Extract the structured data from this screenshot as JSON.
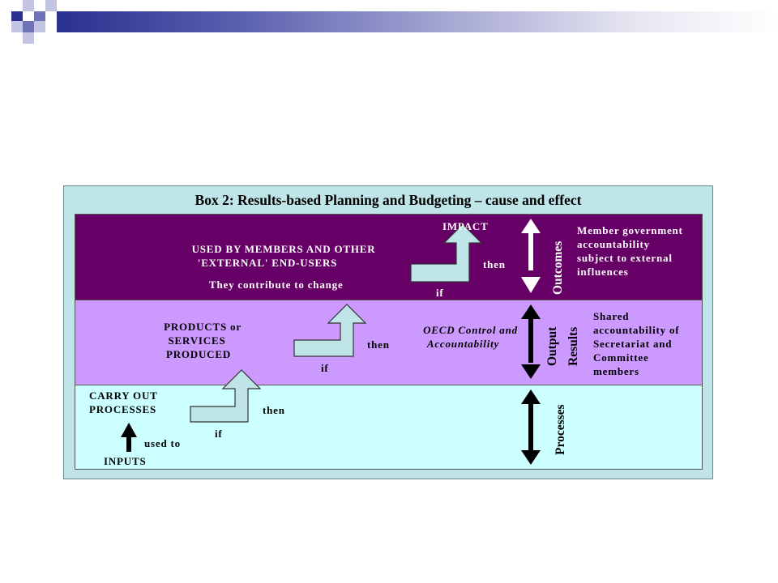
{
  "colors": {
    "header_dark": "#2b2f8f",
    "header_mid": "#6f73b8",
    "header_light": "#c3c5e2",
    "box_bg": "#bfe5e8",
    "outcomes_band": "#660066",
    "outputs_band": "#cc99ff",
    "processes_band": "#ccffff",
    "step_arrow": "#bfe5e8"
  },
  "box": {
    "title": "Box 2: Results-based Planning and Budgeting – cause and effect"
  },
  "outcomes": {
    "main_line1": "USED BY MEMBERS AND OTHER",
    "main_line2": "'EXTERNAL' END-USERS",
    "sub": "They contribute to change",
    "arrow_top": "IMPACT",
    "arrow_then": "then",
    "arrow_if": "if",
    "side_label": "Outcomes",
    "note_lines": [
      "Member government",
      "accountability",
      "subject to external",
      "influences"
    ]
  },
  "outputs": {
    "main_line1": "PRODUCTS or",
    "main_line2": "SERVICES",
    "main_line3": "PRODUCED",
    "arrow_then": "then",
    "arrow_if": "if",
    "oecd_line1": "OECD Control and",
    "oecd_line2": "Accountability",
    "side_label_1": "Output",
    "side_label_2": "Results",
    "note_lines": [
      "Shared",
      "accountability of",
      "Secretariat and",
      "Committee",
      "members"
    ]
  },
  "processes": {
    "main_line1": "CARRY OUT",
    "main_line2": "PROCESSES",
    "arrow_then": "then",
    "arrow_if": "if",
    "used_to": "used to",
    "inputs": "INPUTS",
    "side_label": "Processes"
  }
}
